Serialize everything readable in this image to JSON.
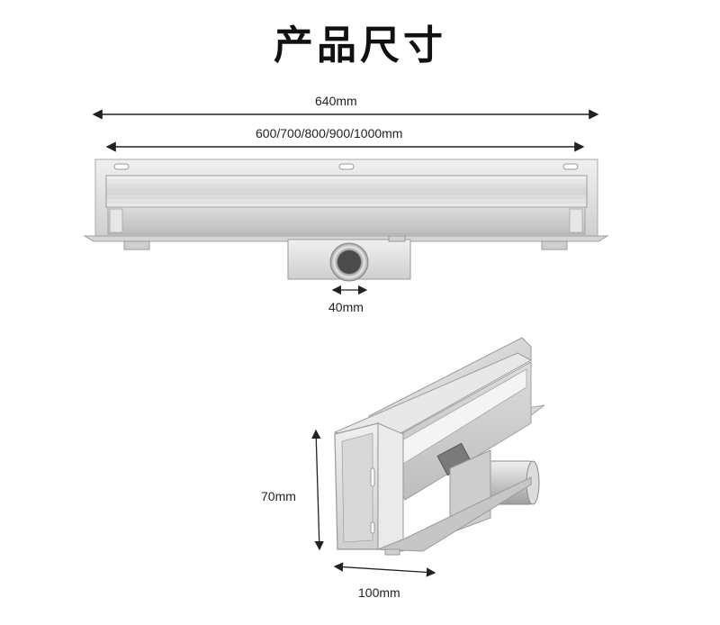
{
  "title": "产品尺寸",
  "dimensions": {
    "overall_length": "640mm",
    "channel_length": "600/700/800/900/1000mm",
    "outlet_diameter": "40mm",
    "height": "70mm",
    "width": "100mm"
  },
  "colors": {
    "steel_light": "#e9e9e9",
    "steel_mid": "#c9c9c9",
    "steel_dark": "#8d8d8d",
    "arrow": "#222222"
  }
}
